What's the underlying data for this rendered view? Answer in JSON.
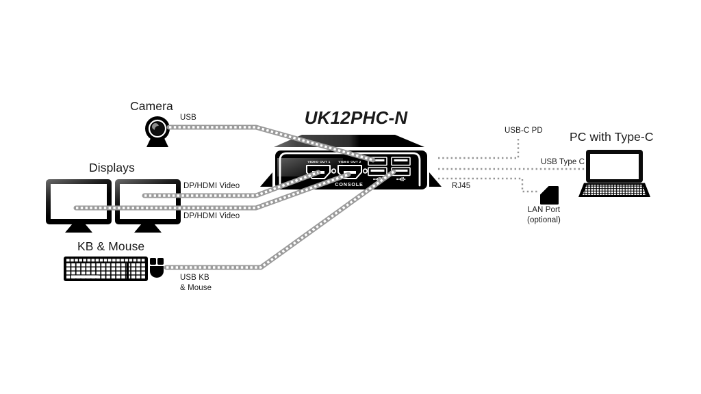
{
  "diagram": {
    "title": "UK12PHC-N",
    "nodes": {
      "camera": "Camera",
      "displays": "Displays",
      "kb_mouse": "KB & Mouse",
      "pc": "PC with Type-C",
      "lan_line1": "LAN Port",
      "lan_line2": "(optional)"
    },
    "panel": {
      "video_out_1": "VIDEO OUT 1",
      "video_out_2": "VIDEO OUT 2",
      "console": "CONSOLE"
    },
    "connections": {
      "camera_usb": "USB",
      "display_1": "DP/HDMI Video",
      "display_2": "DP/HDMI Video",
      "kb_line1": "USB KB",
      "kb_line2": "& Mouse",
      "usbc_pd": "USB-C PD",
      "usb_type_c": "USB Type C",
      "rj45": "RJ45"
    },
    "colors": {
      "cable_gray": "#9b9b9b",
      "device_black": "#000000",
      "ink": "#1a1a1a"
    }
  }
}
